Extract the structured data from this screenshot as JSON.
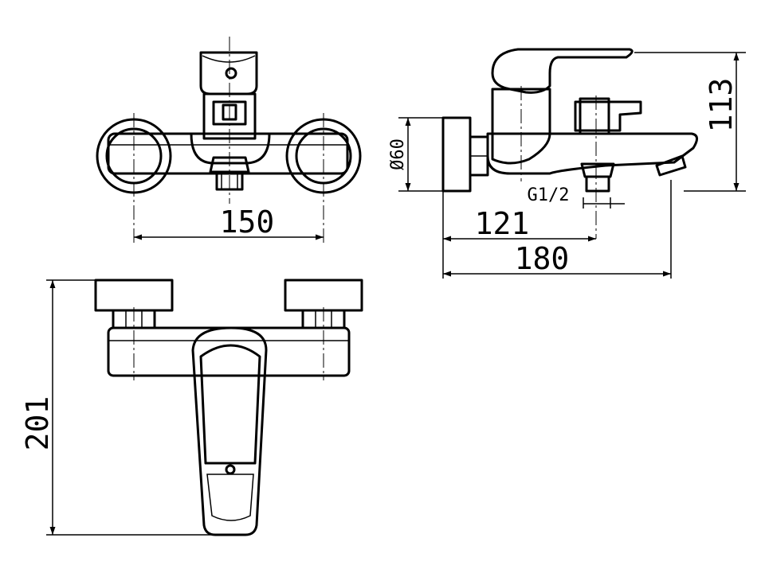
{
  "drawing": {
    "front_view": {
      "dim_width": "150"
    },
    "side_view": {
      "dim_diameter": "Ø60",
      "dim_height": "113",
      "dim_thread": "G1/2",
      "dim_offset": "121",
      "dim_length": "180"
    },
    "top_view": {
      "dim_depth": "201"
    }
  }
}
